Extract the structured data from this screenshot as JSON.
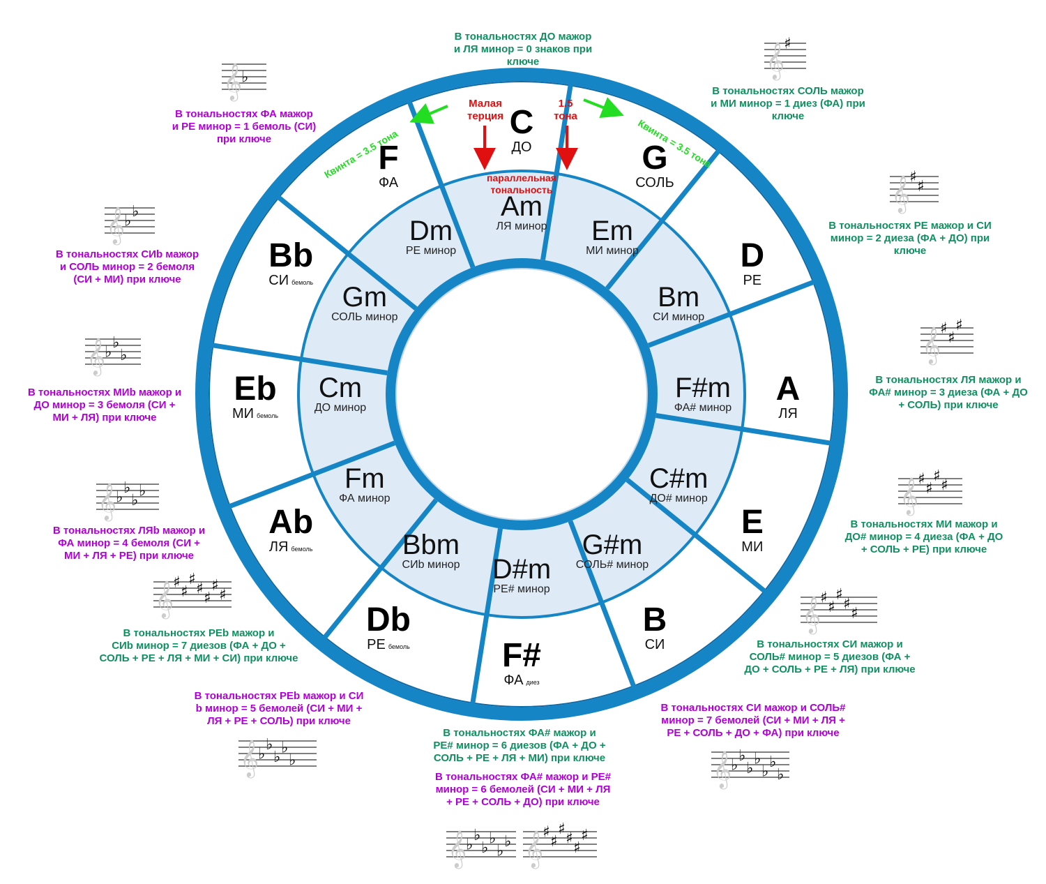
{
  "colors": {
    "ring": "#1585c5",
    "ring_dark": "#0d6aa6",
    "inner_fill": "#deebf6",
    "sharp_text": "#109060",
    "flat_text": "#b000d8",
    "red": "#e01010",
    "green": "#22dd22"
  },
  "circle": {
    "major": [
      {
        "key": "C",
        "name": "ДО",
        "sub": ""
      },
      {
        "key": "G",
        "name": "СОЛЬ",
        "sub": ""
      },
      {
        "key": "D",
        "name": "РЕ",
        "sub": ""
      },
      {
        "key": "A",
        "name": "ЛЯ",
        "sub": ""
      },
      {
        "key": "E",
        "name": "МИ",
        "sub": ""
      },
      {
        "key": "B",
        "name": "СИ",
        "sub": ""
      },
      {
        "key": "F#",
        "name": "ФА",
        "sub": "диез"
      },
      {
        "key": "Db",
        "name": "РЕ",
        "sub": "бемоль"
      },
      {
        "key": "Ab",
        "name": "ЛЯ",
        "sub": "бемоль"
      },
      {
        "key": "Eb",
        "name": "МИ",
        "sub": "бемоль"
      },
      {
        "key": "Bb",
        "name": "СИ",
        "sub": "бемоль"
      },
      {
        "key": "F",
        "name": "ФА",
        "sub": ""
      }
    ],
    "minor": [
      {
        "key": "Am",
        "name": "ЛЯ минор"
      },
      {
        "key": "Em",
        "name": "МИ минор"
      },
      {
        "key": "Bm",
        "name": "СИ минор"
      },
      {
        "key": "F#m",
        "name": "ФА# минор"
      },
      {
        "key": "C#m",
        "name": "ДО# минор"
      },
      {
        "key": "G#m",
        "name": "СОЛЬ# минор"
      },
      {
        "key": "D#m",
        "name": "РЕ# минор"
      },
      {
        "key": "Bbm",
        "name": "СИb минор"
      },
      {
        "key": "Fm",
        "name": "ФА минор"
      },
      {
        "key": "Cm",
        "name": "ДО минор"
      },
      {
        "key": "Gm",
        "name": "СОЛЬ минор"
      },
      {
        "key": "Dm",
        "name": "РЕ минор"
      }
    ]
  },
  "annotations": {
    "third_label": [
      "Малая",
      "терция"
    ],
    "tone_label": [
      "1.5",
      "тона"
    ],
    "parallel_label": [
      "параллельная",
      "тональность"
    ],
    "fifth_left": "Квинта = 3.5 тона",
    "fifth_right": "Квинта = 3.5 тона"
  },
  "notes": {
    "top": [
      "В тональностях ДО мажор",
      "и ЛЯ минор = 0 знаков при",
      "ключе"
    ],
    "g": [
      "В тональностях СОЛЬ мажор",
      "и МИ минор = 1 диез (ФА) при",
      "ключе"
    ],
    "d": [
      "В тональностях РЕ мажор и СИ",
      "минор = 2 диеза (ФА + ДО) при",
      "ключе"
    ],
    "a": [
      "В тональностях ЛЯ мажор и",
      "ФА# минор = 3 диеза (ФА + ДО",
      "+ СОЛЬ) при ключе"
    ],
    "e": [
      "В тональностях МИ мажор и",
      "ДО# минор = 4 диеза (ФА + ДО",
      "+ СОЛЬ + РЕ) при ключе"
    ],
    "b": [
      "В тональностях СИ мажор и",
      "СОЛЬ# минор = 5 диезов (ФА +",
      "ДО + СОЛЬ + РЕ + ЛЯ) при ключе"
    ],
    "cb": [
      "В тональностях СИ мажор и СОЛЬ#",
      "минор = 7 бемолей (СИ + МИ + ЛЯ +",
      "РЕ + СОЛЬ + ДО + ФА) при ключе"
    ],
    "fs_sharp": [
      "В тональностях ФА# мажор и",
      "РЕ# минор = 6 диезов (ФА + ДО +",
      "СОЛЬ + РЕ + ЛЯ + МИ) при ключе"
    ],
    "fs_flat": [
      "В тональностях ФА# мажор и РЕ#",
      "минор = 6 бемолей (СИ + МИ + ЛЯ",
      "+ РЕ + СОЛЬ + ДО) при ключе"
    ],
    "db": [
      "В тональностях РЕb мажор и СИ",
      "b минор = 5 бемолей (СИ + МИ +",
      "ЛЯ + РЕ + СОЛЬ) при ключе"
    ],
    "cs": [
      "В тональностях РЕb мажор и",
      "СИb минор = 7 диезов (ФА + ДО +",
      "СОЛЬ + РЕ + ЛЯ + МИ + СИ) при ключе"
    ],
    "ab": [
      "В тональностях ЛЯb мажор и",
      "ФА минор = 4 бемоля (СИ +",
      "МИ + ЛЯ + РЕ) при ключе"
    ],
    "eb": [
      "В тональностях МИb мажор и",
      "ДО минор = 3 бемоля (СИ +",
      "МИ + ЛЯ) при ключе"
    ],
    "bb": [
      "В тональностях СИb мажор",
      "и СОЛЬ минор = 2 бемоля",
      "(СИ + МИ) при ключе"
    ],
    "f": [
      "В тональностях ФА мажор",
      "и РЕ минор = 1 бемоль (СИ)",
      "при ключе"
    ]
  }
}
